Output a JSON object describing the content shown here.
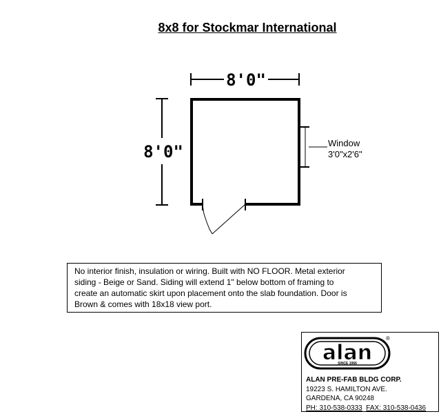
{
  "title": "8x8 for Stockmar International",
  "plan": {
    "width_label": "8'0\"",
    "height_label": "8'0\"",
    "window_label": "Window",
    "window_size": "3'0\"x2'6\""
  },
  "notes": [
    "No interior finish, insulation or wiring.  Built with NO FLOOR.  Metal exterior",
    "siding - Beige or Sand.  Siding will extend 1\" below bottom of framing to",
    "create an automatic skirt upon placement onto the slab foundation.  Door is",
    "Brown & comes with 18x18 view port."
  ],
  "company": {
    "logo_text": "alan",
    "logo_mark": "®",
    "since": "SINCE 1966",
    "name": "ALAN PRE-FAB BLDG CORP.",
    "address1": "19223 S. HAMILTON AVE.",
    "address2": "GARDENA, CA 90248",
    "phone": "PH: 310-538-0333",
    "fax": "FAX: 310-538-0436"
  }
}
